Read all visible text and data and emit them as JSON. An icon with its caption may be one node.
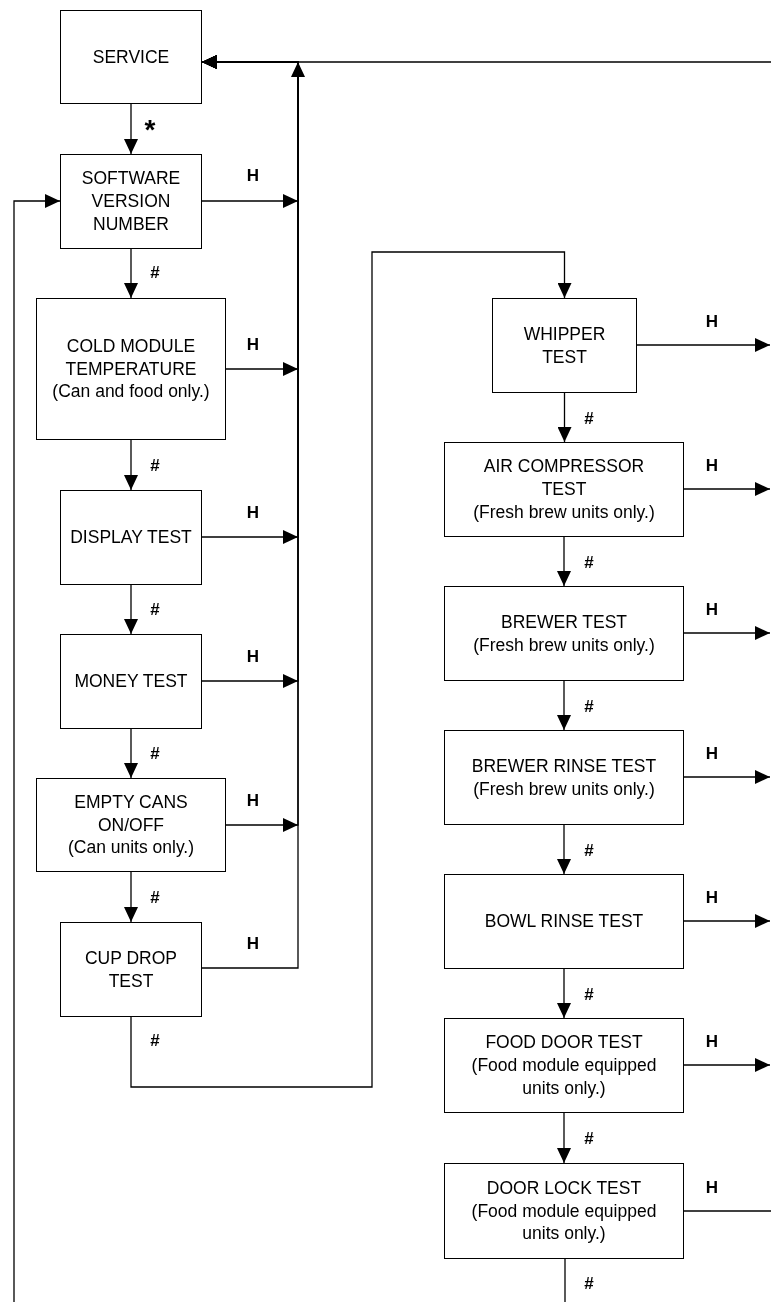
{
  "diagram": {
    "nodes": [
      {
        "text": [
          "SERVICE"
        ]
      },
      {
        "text": [
          "SOFTWARE VERSION NUMBER"
        ]
      },
      {
        "text": [
          "COLD MODULE TEMPERATURE",
          "(Can and food only.)"
        ]
      },
      {
        "text": [
          "DISPLAY TEST"
        ]
      },
      {
        "text": [
          "MONEY TEST"
        ]
      },
      {
        "text": [
          "EMPTY CANS ON/OFF",
          "(Can units only.)"
        ]
      },
      {
        "text": [
          "CUP DROP TEST"
        ]
      },
      {
        "text": [
          "WHIPPER TEST"
        ]
      },
      {
        "text": [
          "AIR COMPRESSOR TEST",
          "(Fresh brew units only.)"
        ]
      },
      {
        "text": [
          "BREWER TEST",
          "(Fresh brew units only.)"
        ]
      },
      {
        "text": [
          "BREWER RINSE TEST",
          "(Fresh brew units only.)"
        ]
      },
      {
        "text": [
          "BOWL RINSE TEST"
        ]
      },
      {
        "text": [
          "FOOD DOOR TEST",
          "(Food module equipped units only.)"
        ]
      },
      {
        "text": [
          "DOOR LOCK TEST",
          "(Food module equipped units only.)"
        ]
      }
    ],
    "edges": [
      {
        "from": 0,
        "to": 1,
        "arrow": "to",
        "label": "*"
      },
      {
        "from": 1,
        "to": 2,
        "arrow": "to",
        "label": "#"
      },
      {
        "from": 2,
        "to": 3,
        "arrow": "to",
        "label": "#"
      },
      {
        "from": 3,
        "to": 4,
        "arrow": "to",
        "label": "#"
      },
      {
        "from": 4,
        "to": 5,
        "arrow": "to",
        "label": "#"
      },
      {
        "from": 5,
        "to": 6,
        "arrow": "to",
        "label": "#"
      },
      {
        "from": 6,
        "to": 7,
        "arrow": "to",
        "label": "#"
      },
      {
        "from": 7,
        "to": 8,
        "arrow": "to",
        "label": "#"
      },
      {
        "from": 8,
        "to": 9,
        "arrow": "to",
        "label": "#"
      },
      {
        "from": 9,
        "to": 10,
        "arrow": "to",
        "label": "#"
      },
      {
        "from": 10,
        "to": 11,
        "arrow": "to",
        "label": "#"
      },
      {
        "from": 11,
        "to": 12,
        "arrow": "to",
        "label": "#"
      },
      {
        "from": 12,
        "to": 13,
        "arrow": "to",
        "label": "#"
      },
      {
        "from": 13,
        "to": null,
        "arrow": "none",
        "label": "#"
      },
      {
        "from": 1,
        "to": 0,
        "arrow": "to",
        "label": "H"
      },
      {
        "from": 2,
        "to": 0,
        "arrow": "to",
        "label": "H"
      },
      {
        "from": 3,
        "to": 0,
        "arrow": "to",
        "label": "H"
      },
      {
        "from": 4,
        "to": 0,
        "arrow": "to",
        "label": "H"
      },
      {
        "from": 5,
        "to": 0,
        "arrow": "to",
        "label": "H"
      },
      {
        "from": 6,
        "to": 0,
        "arrow": "to",
        "label": "H"
      },
      {
        "from": 7,
        "to": null,
        "arrow": "to",
        "label": "H"
      },
      {
        "from": 8,
        "to": null,
        "arrow": "to",
        "label": "H"
      },
      {
        "from": 9,
        "to": null,
        "arrow": "to",
        "label": "H"
      },
      {
        "from": 10,
        "to": null,
        "arrow": "to",
        "label": "H"
      },
      {
        "from": 11,
        "to": null,
        "arrow": "to",
        "label": "H"
      },
      {
        "from": 12,
        "to": null,
        "arrow": "to",
        "label": "H"
      },
      {
        "from": 13,
        "to": null,
        "arrow": "none",
        "label": "H"
      },
      {
        "from": null,
        "to": 0,
        "arrow": "to"
      },
      {
        "from": null,
        "to": 1,
        "arrow": "to"
      }
    ]
  }
}
